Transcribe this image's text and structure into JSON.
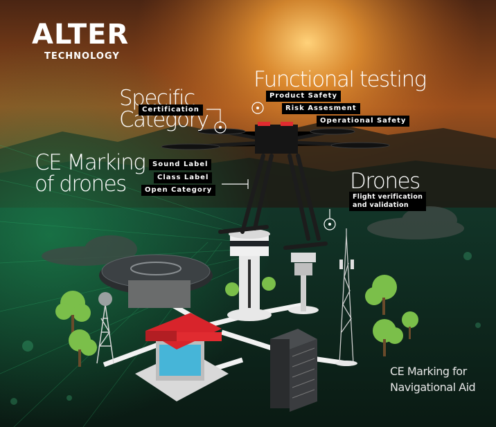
{
  "brand": {
    "name": "ALTER",
    "sub": "TECHNOLOGY"
  },
  "sections": {
    "specific": {
      "title_line1": "Specific",
      "title_line2": "Category",
      "tags": [
        "Certification"
      ]
    },
    "functional": {
      "title": "Functional testing",
      "tags": [
        "Product Safety",
        "Risk Assesment",
        "Operational Safety"
      ]
    },
    "ce_drones": {
      "title_line1": "CE Marking",
      "title_line2": "of drones",
      "tags": [
        "Sound Label",
        "Class Label",
        "Open Category"
      ]
    },
    "drones": {
      "title": "Drones",
      "tag_line1": "Flight verification",
      "tag_line2": "and validation"
    },
    "navaid": {
      "line1": "CE Marking for",
      "line2": "Navigational Aid"
    }
  },
  "colors": {
    "sky_top": "#3a1a0e",
    "sun": "#f7a23a",
    "ground": "#0e3a24",
    "grid": "#2bb36b",
    "accent_red": "#d8242b",
    "tag_bg": "#000000"
  },
  "icons": [
    "drone-icon",
    "control-tower-icon",
    "security-camera-icon",
    "telecom-tower-icon",
    "helipad-icon",
    "kiosk-building-icon",
    "server-rack-icon",
    "tree-icon",
    "lattice-tower-icon"
  ]
}
